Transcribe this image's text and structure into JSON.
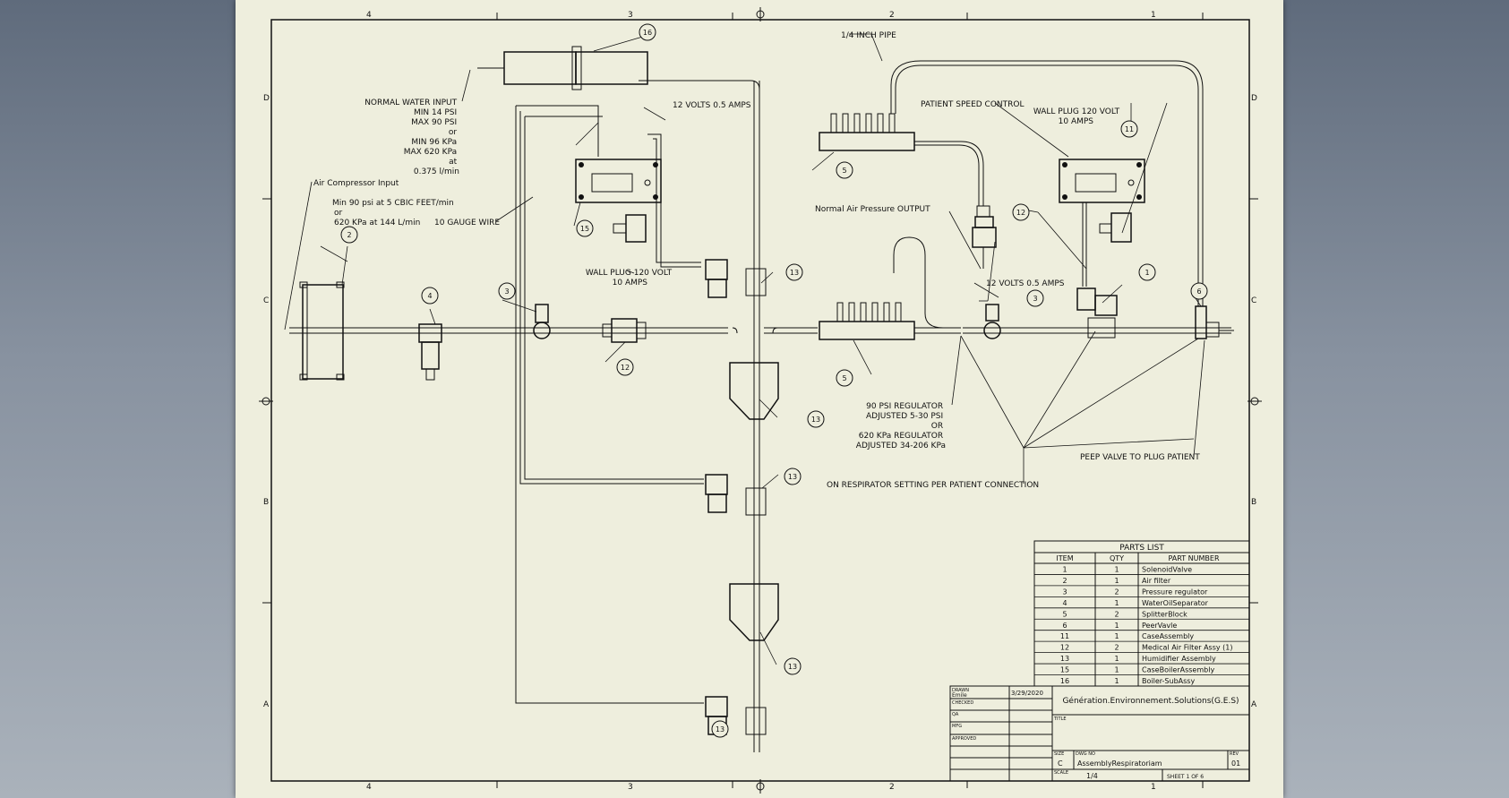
{
  "border": {
    "zone_numbers": [
      "4",
      "3",
      "2",
      "1"
    ],
    "zone_letters": [
      "D",
      "C",
      "B",
      "A"
    ]
  },
  "annotations": {
    "water_input": [
      "NORMAL WATER INPUT",
      "MIN 14 PSI",
      "MAX 90 PSI",
      "or",
      "MIN 96 KPa",
      "MAX 620 KPa",
      "at",
      "0.375 l/min"
    ],
    "air_compressor_input": "Air Compressor Input",
    "air_compressor_spec": [
      "Min 90 psi at 5 CBIC FEET/min",
      "or",
      "620 KPa at 144 L/min"
    ],
    "gauge_wire": "10 GAUGE WIRE",
    "volts_top": "12 VOLTS 0.5 AMPS",
    "wall_plug_left": [
      "WALL PLUG 120 VOLT",
      "10 AMPS"
    ],
    "pipe_quarter": "1/4 INCH PIPE",
    "patient_speed_control": "PATIENT SPEED CONTROL",
    "wall_plug_right": [
      "WALL PLUG 120 VOLT",
      "10 AMPS"
    ],
    "normal_air_pressure_output": "Normal Air Pressure OUTPUT",
    "volts_right": "12 VOLTS 0.5 AMPS",
    "regulator_note": [
      "90 PSI REGULATOR",
      "ADJUSTED 5-30 PSI",
      "OR",
      "620 KPa REGULATOR",
      "ADJUSTED 34-206 KPa"
    ],
    "peep_valve": "PEEP VALVE TO PLUG PATIENT",
    "respirator_setting": "ON RESPIRATOR SETTING PER PATIENT CONNECTION"
  },
  "balloons": [
    "16",
    "2",
    "4",
    "3",
    "12",
    "15",
    "13",
    "13",
    "13",
    "13",
    "5",
    "12",
    "3",
    "1",
    "6",
    "11",
    "5",
    "13",
    "13"
  ],
  "parts_list": {
    "title": "PARTS LIST",
    "headers": [
      "ITEM",
      "QTY",
      "PART NUMBER"
    ],
    "rows": [
      [
        "1",
        "1",
        "SolenoidValve"
      ],
      [
        "2",
        "1",
        "Air filter"
      ],
      [
        "3",
        "2",
        "Pressure regulator"
      ],
      [
        "4",
        "1",
        "WaterOilSeparator"
      ],
      [
        "5",
        "2",
        "SplitterBlock"
      ],
      [
        "6",
        "1",
        "PeerVavle"
      ],
      [
        "11",
        "1",
        "CaseAssembly"
      ],
      [
        "12",
        "2",
        "Medical Air Filter Assy (1)"
      ],
      [
        "13",
        "1",
        "Humidifier Assembly"
      ],
      [
        "15",
        "1",
        "CaseBoilerAssembly"
      ],
      [
        "16",
        "1",
        "Boiler-SubAssy"
      ]
    ]
  },
  "title_block": {
    "drawn_label": "DRAWN",
    "drawn_by": "Emile",
    "drawn_date": "3/29/2020",
    "checked_label": "CHECKED",
    "qa_label": "QA",
    "mfg_label": "MFG",
    "approved_label": "APPROVED",
    "company": "Génération.Environnement.Solutions(G.E.S)",
    "title_label": "TITLE",
    "size_label": "SIZE",
    "size_value": "C",
    "dwg_label": "DWG NO",
    "dwg_value": "AssemblyRespiratoriam",
    "rev_label": "REV",
    "rev_value": "01",
    "scale_label": "SCALE",
    "scale_value": "1/4",
    "sheet_value": "SHEET 1 OF 6"
  }
}
